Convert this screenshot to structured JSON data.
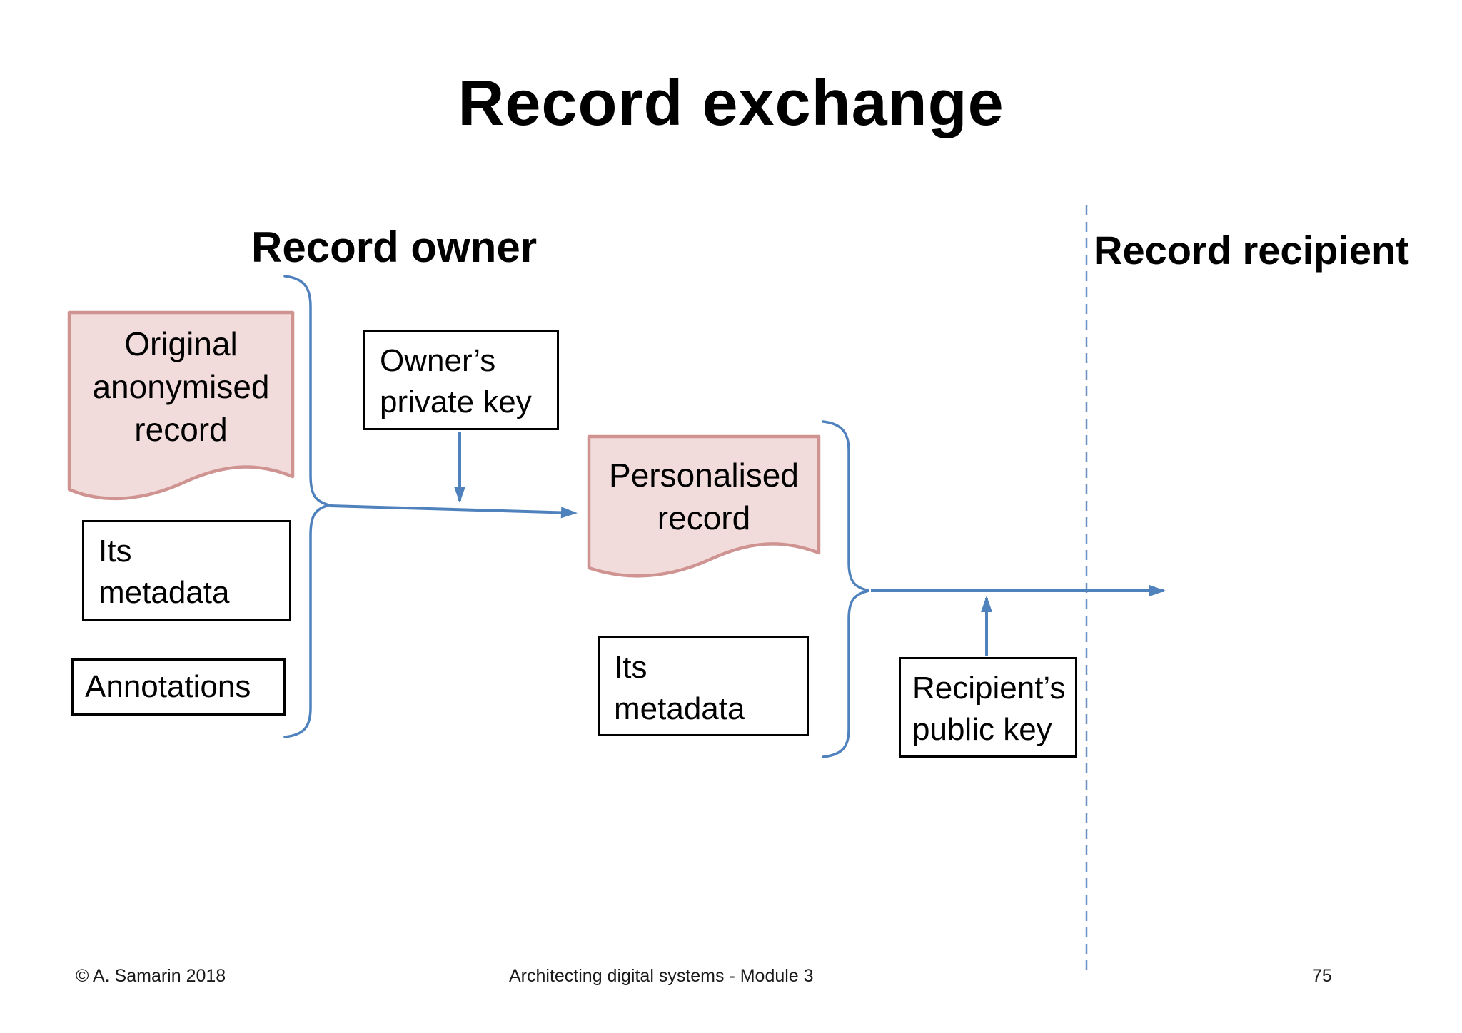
{
  "title": "Record exchange",
  "lanes": {
    "owner": "Record owner",
    "recipient": "Record recipient"
  },
  "nodes": {
    "original_record": {
      "lines": [
        "Original",
        "anonymised",
        "record"
      ],
      "shape": "document"
    },
    "owner_key": {
      "lines": [
        "Owner’s",
        "private key"
      ],
      "shape": "rectangle"
    },
    "metadata_left": {
      "lines": [
        "Its",
        "metadata"
      ],
      "shape": "rectangle"
    },
    "annotations": {
      "label": "Annotations",
      "shape": "rectangle"
    },
    "personalised_record": {
      "lines": [
        "Personalised",
        "record"
      ],
      "shape": "document"
    },
    "metadata_right": {
      "lines": [
        "Its",
        "metadata"
      ],
      "shape": "rectangle"
    },
    "recipient_key": {
      "lines": [
        "Recipient’s",
        "public key"
      ],
      "shape": "rectangle"
    }
  },
  "footer": {
    "copyright": "© A. Samarin 2018",
    "center": "Architecting digital systems - Module 3",
    "page": "75"
  },
  "colors": {
    "connector_blue": "#4f81bd",
    "dashed_separator_blue": "#6d92c3",
    "document_fill": "#f2dcdb",
    "document_border": "#cf9492",
    "box_border": "#000000",
    "text": "#000000",
    "background": "#ffffff"
  }
}
